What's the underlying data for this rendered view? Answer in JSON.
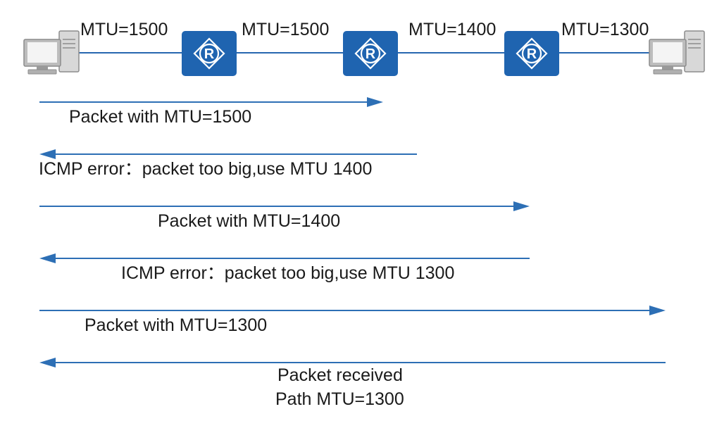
{
  "colors": {
    "arrow": "#2d6fb5",
    "link": "#2767b0",
    "router": "#1f64b0",
    "pc": "#9a9a9a"
  },
  "topology": {
    "nodes": [
      {
        "type": "pc",
        "icon": "computer-icon"
      },
      {
        "type": "router",
        "icon": "router-icon",
        "glyph": "R"
      },
      {
        "type": "router",
        "icon": "router-icon",
        "glyph": "R"
      },
      {
        "type": "router",
        "icon": "router-icon",
        "glyph": "R"
      },
      {
        "type": "pc",
        "icon": "computer-icon"
      }
    ],
    "links": [
      {
        "label": "MTU=1500"
      },
      {
        "label": "MTU=1500"
      },
      {
        "label": "MTU=1400"
      },
      {
        "label": "MTU=1300"
      }
    ]
  },
  "messages": [
    {
      "direction": "right",
      "reaches": "router-2",
      "text": "Packet with MTU=1500"
    },
    {
      "direction": "left",
      "from": "router-2",
      "text": "ICMP error：packet too big,use MTU 1400"
    },
    {
      "direction": "right",
      "reaches": "router-3",
      "text": "Packet with MTU=1400"
    },
    {
      "direction": "left",
      "from": "router-3",
      "text": "ICMP error：packet too big,use MTU 1300"
    },
    {
      "direction": "right",
      "reaches": "destination",
      "text": "Packet with MTU=1300"
    },
    {
      "direction": "left",
      "from": "destination",
      "text_line1": "Packet received",
      "text_line2": "Path MTU=1300"
    }
  ]
}
